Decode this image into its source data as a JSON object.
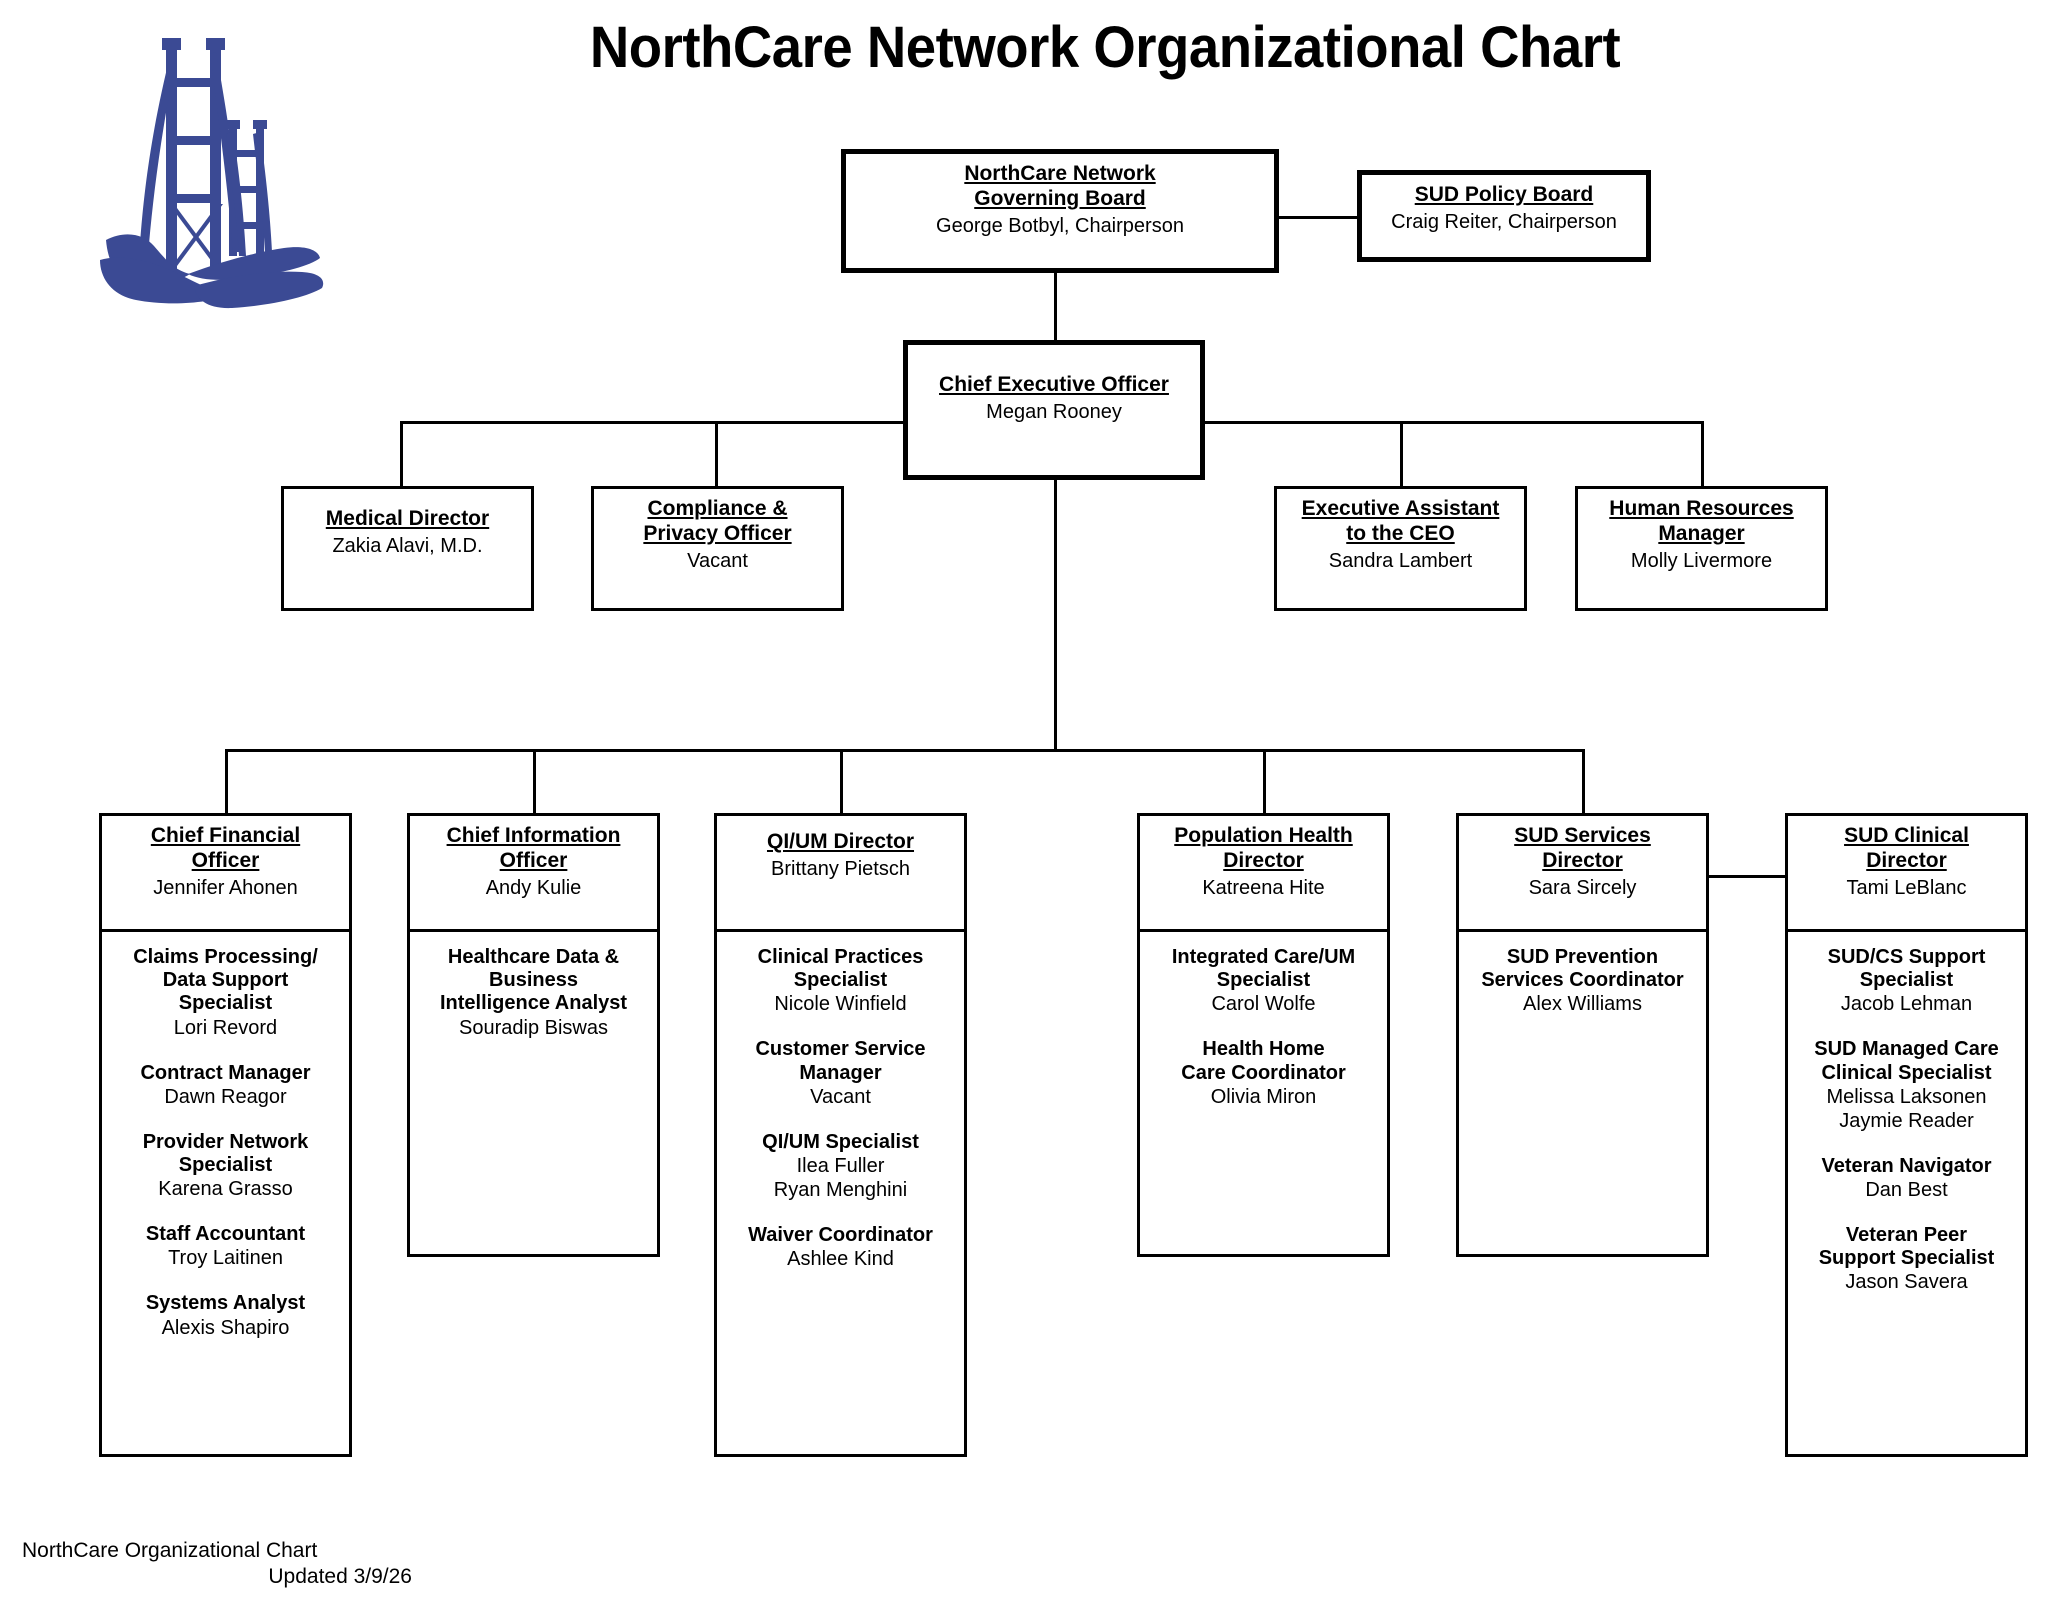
{
  "page_title": "NorthCare Network Organizational Chart",
  "logo": {
    "name": "mackinac-bridge-logo",
    "color": "#3b4a94"
  },
  "governing_board": {
    "title_lines": [
      "NorthCare Network",
      "Governing Board"
    ],
    "person": "George Botbyl, Chairperson"
  },
  "sud_policy_board": {
    "title_lines": [
      "SUD Policy Board"
    ],
    "person": "Craig Reiter, Chairperson"
  },
  "ceo": {
    "title_lines": [
      "Chief Executive Officer"
    ],
    "person": "Megan Rooney"
  },
  "executive_staff": [
    {
      "title_lines": [
        "Medical Director"
      ],
      "person": "Zakia Alavi, M.D."
    },
    {
      "title_lines": [
        "Compliance &",
        "Privacy Officer"
      ],
      "person": "Vacant"
    },
    {
      "title_lines": [
        "Executive Assistant",
        "to the CEO"
      ],
      "person": "Sandra Lambert"
    },
    {
      "title_lines": [
        "Human Resources",
        "Manager"
      ],
      "person": "Molly Livermore"
    }
  ],
  "departments": [
    {
      "title_lines": [
        "Chief Financial",
        "Officer"
      ],
      "person": "Jennifer Ahonen",
      "staff": [
        {
          "role_lines": [
            "Claims Processing/",
            "Data Support",
            "Specialist"
          ],
          "people": [
            "Lori Revord"
          ]
        },
        {
          "role_lines": [
            "Contract Manager"
          ],
          "people": [
            "Dawn Reagor"
          ]
        },
        {
          "role_lines": [
            "Provider Network",
            "Specialist"
          ],
          "people": [
            "Karena Grasso"
          ]
        },
        {
          "role_lines": [
            "Staff Accountant"
          ],
          "people": [
            "Troy Laitinen"
          ]
        },
        {
          "role_lines": [
            "Systems Analyst"
          ],
          "people": [
            "Alexis Shapiro"
          ]
        }
      ]
    },
    {
      "title_lines": [
        "Chief Information",
        "Officer"
      ],
      "person": "Andy Kulie",
      "staff": [
        {
          "role_lines": [
            "Healthcare Data &",
            "Business",
            "Intelligence Analyst"
          ],
          "people": [
            "Souradip Biswas"
          ]
        }
      ]
    },
    {
      "title_lines": [
        "QI/UM Director"
      ],
      "person": "Brittany Pietsch",
      "staff": [
        {
          "role_lines": [
            "Clinical Practices",
            "Specialist"
          ],
          "people": [
            "Nicole Winfield"
          ]
        },
        {
          "role_lines": [
            "Customer Service",
            "Manager"
          ],
          "people": [
            "Vacant"
          ]
        },
        {
          "role_lines": [
            "QI/UM Specialist"
          ],
          "people": [
            "Ilea Fuller",
            "Ryan Menghini"
          ]
        },
        {
          "role_lines": [
            "Waiver Coordinator"
          ],
          "people": [
            "Ashlee Kind"
          ]
        }
      ]
    },
    {
      "title_lines": [
        "Population Health",
        "Director"
      ],
      "person": "Katreena Hite",
      "staff": [
        {
          "role_lines": [
            "Integrated Care/UM",
            "Specialist"
          ],
          "people": [
            "Carol Wolfe"
          ]
        },
        {
          "role_lines": [
            "Health Home",
            "Care Coordinator"
          ],
          "people": [
            "Olivia Miron"
          ]
        }
      ]
    },
    {
      "title_lines": [
        "SUD Services",
        "Director"
      ],
      "person": "Sara Sircely",
      "staff": [
        {
          "role_lines": [
            "SUD Prevention",
            "Services Coordinator"
          ],
          "people": [
            "Alex Williams"
          ]
        }
      ]
    },
    {
      "title_lines": [
        "SUD Clinical",
        "Director"
      ],
      "person": "Tami LeBlanc",
      "staff": [
        {
          "role_lines": [
            "SUD/CS Support",
            "Specialist"
          ],
          "people": [
            "Jacob Lehman"
          ]
        },
        {
          "role_lines": [
            "SUD Managed Care",
            "Clinical Specialist"
          ],
          "people": [
            "Melissa Laksonen",
            "Jaymie Reader"
          ]
        },
        {
          "role_lines": [
            "Veteran Navigator"
          ],
          "people": [
            "Dan Best"
          ]
        },
        {
          "role_lines": [
            "Veteran Peer",
            "Support Specialist"
          ],
          "people": [
            "Jason Savera"
          ]
        }
      ]
    }
  ],
  "footer": {
    "line1": "NorthCare Organizational Chart",
    "line2": "Updated  3/9/26"
  }
}
